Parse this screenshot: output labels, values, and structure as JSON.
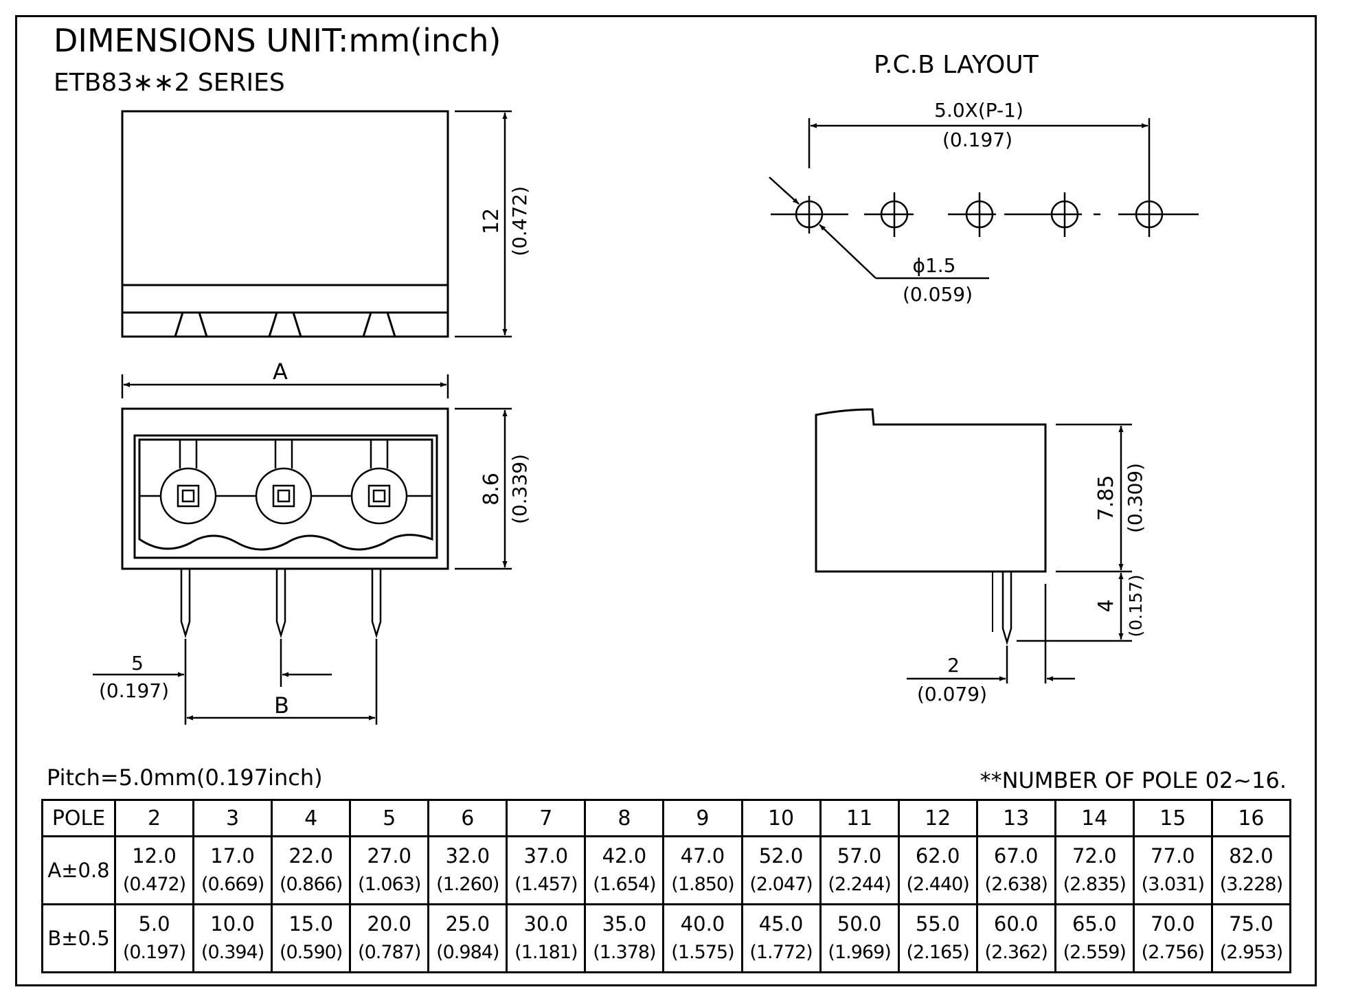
{
  "title": "DIMENSIONS  UNIT:mm(inch)",
  "series": "ETB83∗∗2   SERIES",
  "pcb_title": "P.C.B LAYOUT",
  "pitch_note": "Pitch=5.0mm(0.197inch)",
  "pole_note": "**NUMBER OF POLE 02~16.",
  "dims": {
    "height_mm": "12",
    "height_in": "(0.472)",
    "depth_mm": "8.6",
    "depth_in": "(0.339)",
    "label_a": "A",
    "label_b": "B",
    "pin_mm": "5",
    "pin_in": "(0.197)",
    "pcb_span_mm": "5.0X(P-1)",
    "pcb_span_in": "(0.197)",
    "hole_mm": "ϕ1.5",
    "hole_in": "(0.059)",
    "side_h_mm": "7.85",
    "side_h_in": "(0.309)",
    "side_pin_mm": "4",
    "side_pin_in": "(0.157)",
    "side_pitch_mm": "2",
    "side_pitch_in": "(0.079)"
  },
  "table": {
    "header_label": "POLE",
    "poles": [
      "2",
      "3",
      "4",
      "5",
      "6",
      "7",
      "8",
      "9",
      "10",
      "11",
      "12",
      "13",
      "14",
      "15",
      "16"
    ],
    "rows": [
      {
        "label": "A±0.8",
        "mm": [
          "12.0",
          "17.0",
          "22.0",
          "27.0",
          "32.0",
          "37.0",
          "42.0",
          "47.0",
          "52.0",
          "57.0",
          "62.0",
          "67.0",
          "72.0",
          "77.0",
          "82.0"
        ],
        "inch": [
          "(0.472)",
          "(0.669)",
          "(0.866)",
          "(1.063)",
          "(1.260)",
          "(1.457)",
          "(1.654)",
          "(1.850)",
          "(2.047)",
          "(2.244)",
          "(2.440)",
          "(2.638)",
          "(2.835)",
          "(3.031)",
          "(3.228)"
        ]
      },
      {
        "label": "B±0.5",
        "mm": [
          "5.0",
          "10.0",
          "15.0",
          "20.0",
          "25.0",
          "30.0",
          "35.0",
          "40.0",
          "45.0",
          "50.0",
          "55.0",
          "60.0",
          "65.0",
          "70.0",
          "75.0"
        ],
        "inch": [
          "(0.197)",
          "(0.394)",
          "(0.590)",
          "(0.787)",
          "(0.984)",
          "(1.181)",
          "(1.378)",
          "(1.575)",
          "(1.772)",
          "(1.969)",
          "(2.165)",
          "(2.362)",
          "(2.559)",
          "(2.756)",
          "(2.953)"
        ]
      }
    ]
  }
}
